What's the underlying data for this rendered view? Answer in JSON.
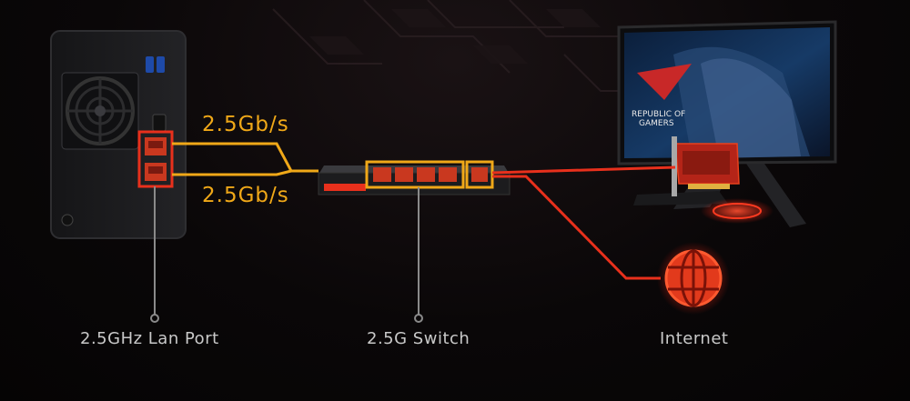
{
  "diagram": {
    "nodes": [
      {
        "id": "nas",
        "label": "2.5GHz Lan Port"
      },
      {
        "id": "switch",
        "label": "2.5G Switch"
      },
      {
        "id": "internet",
        "label": "Internet"
      },
      {
        "id": "pc",
        "label": ""
      }
    ],
    "links": [
      {
        "from": "nas",
        "to": "switch",
        "label": "2.5Gb/s"
      },
      {
        "from": "nas",
        "to": "switch",
        "label": "2.5Gb/s"
      },
      {
        "from": "switch",
        "to": "pc",
        "label": ""
      },
      {
        "from": "switch",
        "to": "internet",
        "label": ""
      }
    ],
    "monitor_text": [
      "REPUBLIC OF",
      "GAMERS"
    ]
  },
  "colors": {
    "orange_link": "#f0a818",
    "red_link": "#e8301c",
    "label_gray": "#c9c9c9",
    "pointer_gray": "#8a8a8a"
  }
}
